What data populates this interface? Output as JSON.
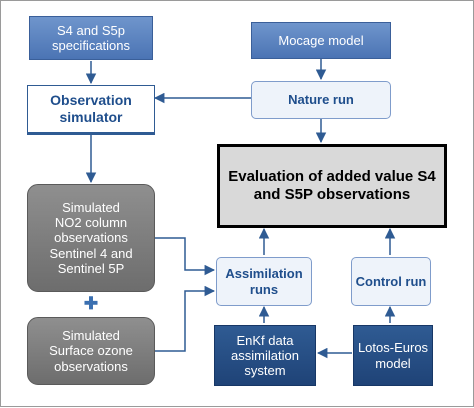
{
  "nodes": {
    "specs": "S4 and S5p\nspecifications",
    "mocage": "Mocage model",
    "observation_simulator": "Observation\nsimulator",
    "nature_run": "Nature run",
    "evaluation": "Evaluation of added value S4\nand S5P observations",
    "simulated_no2": "Simulated\nNO2 column\nobservations\nSentinel 4 and\nSentinel 5P",
    "simulated_ozone": "Simulated\nSurface ozone\nobservations",
    "assimilation_runs": "Assimilation\nruns",
    "control_run": "Control run",
    "enkf": "EnKf data\nassimilation\nsystem",
    "lotos_euros": "Lotos-Euros\nmodel",
    "plus_sign": "✚"
  },
  "colors": {
    "arrow": "#2f5b93",
    "plus": "#3a6fb0"
  }
}
